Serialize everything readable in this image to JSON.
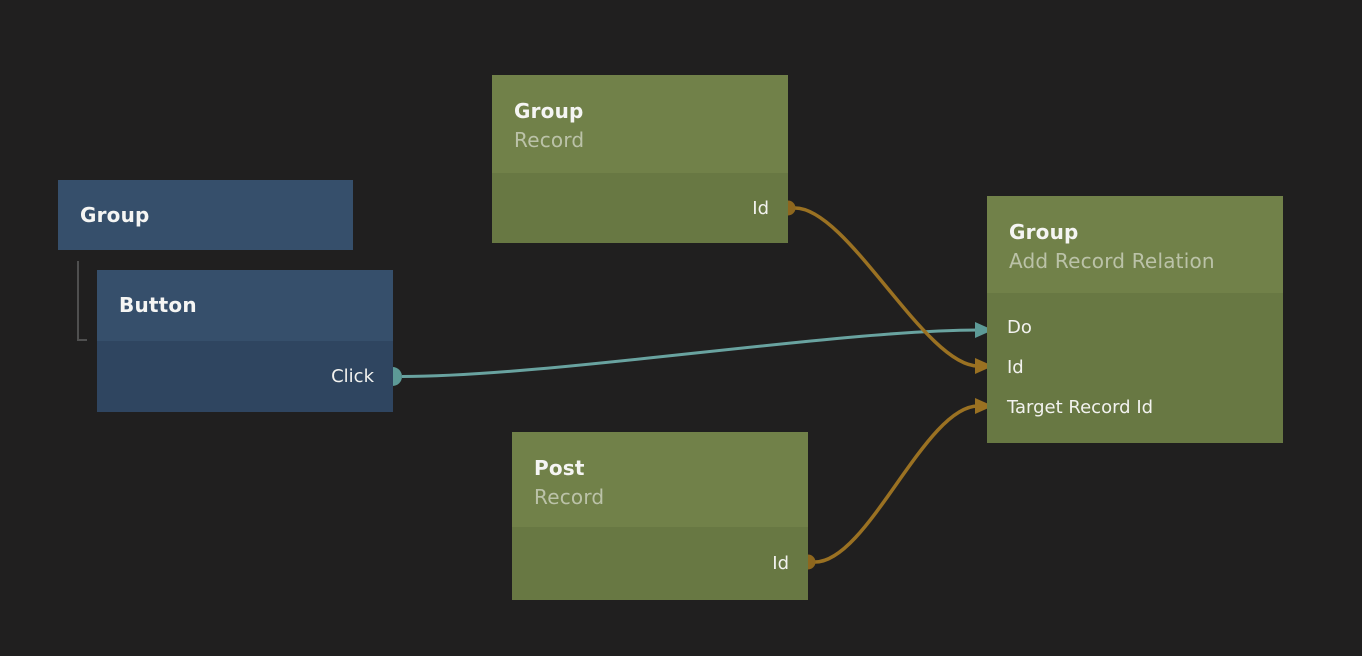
{
  "editor": {
    "background_color": "#201f1f",
    "hierarchy_connector_color": "#4f4f4f"
  },
  "colors": {
    "visual_node_header": "#364f6b",
    "visual_node_body": "#2f4560",
    "data_node_header": "#718149",
    "data_node_body": "#687843",
    "signal_connection": "#69a3a0",
    "value_connection": "#9a7122",
    "title_text": "#f5f5f3",
    "subtitle_text": "rgba(255,255,255,0.52)"
  },
  "nodes": [
    {
      "title": "Group"
    },
    {
      "title": "Button",
      "outputs": [
        {
          "label": "Click",
          "type": "signal"
        }
      ]
    },
    {
      "title": "Group",
      "subtitle": "Record",
      "outputs": [
        {
          "label": "Id",
          "type": "value"
        }
      ]
    },
    {
      "title": "Post",
      "subtitle": "Record",
      "outputs": [
        {
          "label": "Id",
          "type": "value"
        }
      ]
    },
    {
      "title": "Group",
      "subtitle": "Add Record Relation",
      "inputs": [
        {
          "label": "Do",
          "type": "signal"
        },
        {
          "label": "Id",
          "type": "value"
        },
        {
          "label": "Target Record Id",
          "type": "value"
        }
      ]
    }
  ],
  "connections": [
    {
      "from": "Button.Click",
      "to": "Group (Add Record Relation).Do",
      "type": "signal"
    },
    {
      "from": "Group (Record).Id",
      "to": "Group (Add Record Relation).Id",
      "type": "value"
    },
    {
      "from": "Post (Record).Id",
      "to": "Group (Add Record Relation).Target Record Id",
      "type": "value"
    }
  ],
  "hierarchy": [
    {
      "parent": "Group",
      "child": "Button"
    }
  ]
}
